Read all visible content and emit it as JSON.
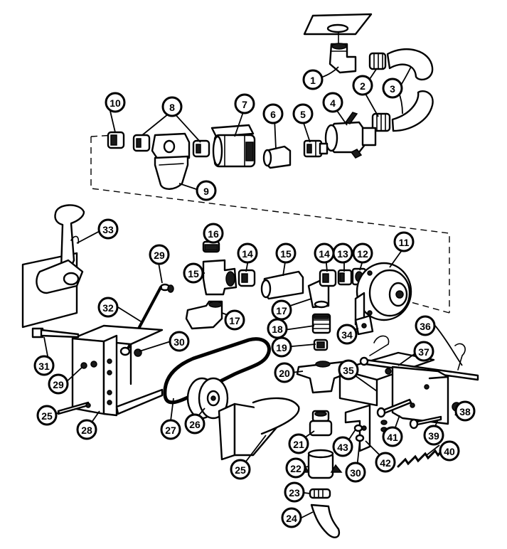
{
  "callouts": [
    {
      "num": "1"
    },
    {
      "num": "2"
    },
    {
      "num": "3"
    },
    {
      "num": "4"
    },
    {
      "num": "5"
    },
    {
      "num": "6"
    },
    {
      "num": "7"
    },
    {
      "num": "8"
    },
    {
      "num": "9"
    },
    {
      "num": "10"
    },
    {
      "num": "11"
    },
    {
      "num": "12"
    },
    {
      "num": "13"
    },
    {
      "num": "14"
    },
    {
      "num": "14"
    },
    {
      "num": "15"
    },
    {
      "num": "15"
    },
    {
      "num": "16"
    },
    {
      "num": "17"
    },
    {
      "num": "17"
    },
    {
      "num": "18"
    },
    {
      "num": "19"
    },
    {
      "num": "20"
    },
    {
      "num": "21"
    },
    {
      "num": "22"
    },
    {
      "num": "23"
    },
    {
      "num": "24"
    },
    {
      "num": "25"
    },
    {
      "num": "25"
    },
    {
      "num": "26"
    },
    {
      "num": "27"
    },
    {
      "num": "28"
    },
    {
      "num": "29"
    },
    {
      "num": "29"
    },
    {
      "num": "30"
    },
    {
      "num": "30"
    },
    {
      "num": "31"
    },
    {
      "num": "32"
    },
    {
      "num": "33"
    },
    {
      "num": "34"
    },
    {
      "num": "35"
    },
    {
      "num": "36"
    },
    {
      "num": "37"
    },
    {
      "num": "38"
    },
    {
      "num": "39"
    },
    {
      "num": "40"
    },
    {
      "num": "41"
    },
    {
      "num": "42"
    },
    {
      "num": "43"
    }
  ]
}
